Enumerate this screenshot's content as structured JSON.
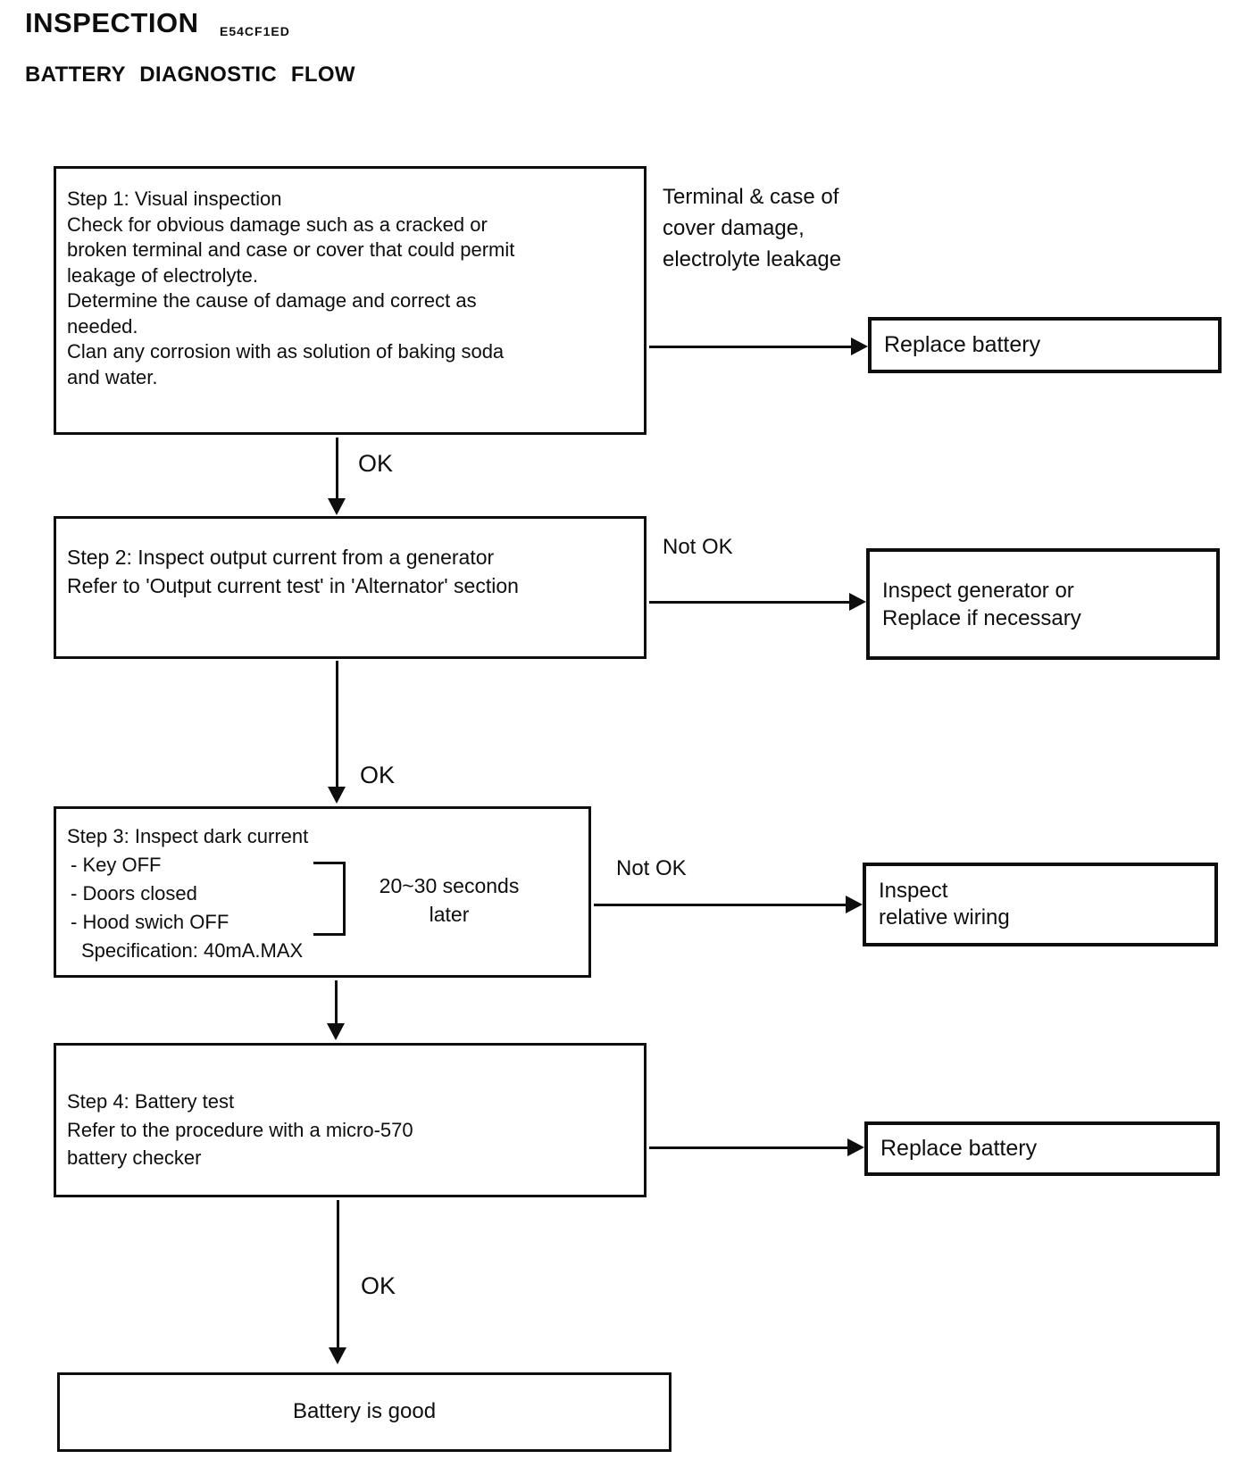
{
  "header": {
    "title": "INSPECTION",
    "code": "E54CF1ED",
    "subtitle": "BATTERY DIAGNOSTIC FLOW"
  },
  "flow": {
    "step1": {
      "text": "Step 1: Visual inspection\nCheck for obvious damage such as a cracked or\nbroken terminal and case or cover that could permit\nleakage of electrolyte.\nDetermine the cause of damage and correct as\nneeded.\nClan any corrosion with as solution of baking soda\nand water.",
      "side_note": "Terminal & case of\ncover damage,\nelectrolyte leakage",
      "fail_action": "Replace battery",
      "pass_label": "OK"
    },
    "step2": {
      "text": "Step 2: Inspect output current from a generator\nRefer to 'Output current test' in 'Alternator' section",
      "fail_label": "Not OK",
      "fail_action": "Inspect generator or\nReplace if necessary",
      "pass_label": "OK"
    },
    "step3": {
      "title": "Step 3: Inspect dark current",
      "items": [
        "- Key OFF",
        "- Doors closed",
        "- Hood swich OFF"
      ],
      "spec": "Specification: 40mA.MAX",
      "timing": "20~30 seconds\nlater",
      "fail_label": "Not OK",
      "fail_action": "Inspect\nrelative wiring"
    },
    "step4": {
      "text": "Step 4: Battery test\nRefer to the procedure with a micro-570\nbattery checker",
      "fail_action": "Replace battery",
      "pass_label": "OK"
    },
    "result": "Battery is good"
  }
}
